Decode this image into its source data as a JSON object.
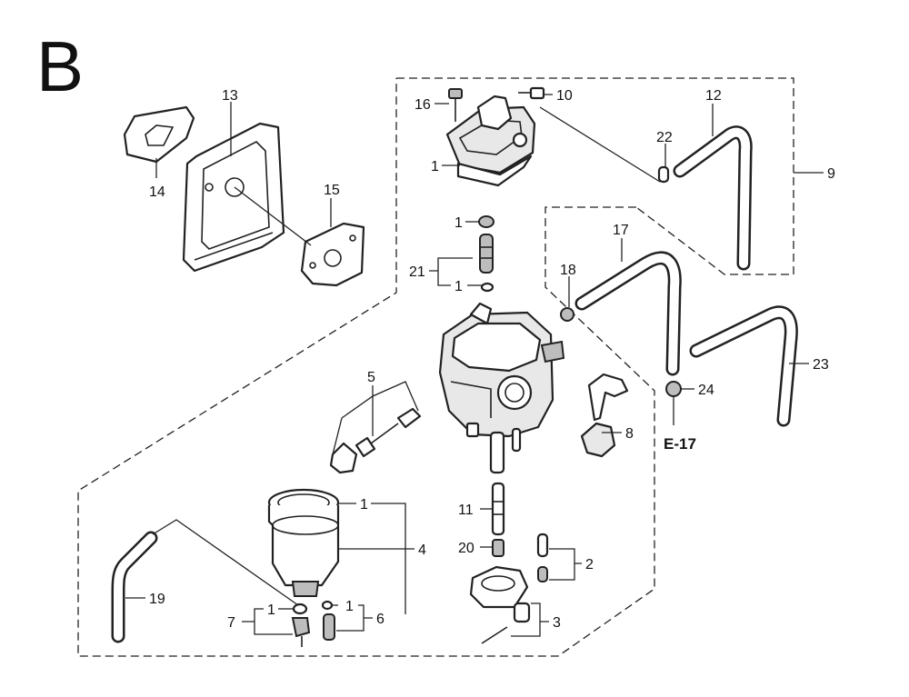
{
  "section_letter": "B",
  "callouts": {
    "c1_valve": "1",
    "c1_washer": "1",
    "c1_screw_sub": "1",
    "c1_bowl_top": "1",
    "c1_drain_a": "1",
    "c1_drain_b": "1",
    "c2": "2",
    "c3": "3",
    "c4": "4",
    "c5": "5",
    "c6": "6",
    "c7": "7",
    "c8": "8",
    "c9": "9",
    "c10": "10",
    "c11": "11",
    "c12": "12",
    "c13": "13",
    "c14": "14",
    "c15": "15",
    "c16": "16",
    "c17": "17",
    "c18": "18",
    "c19": "19",
    "c20": "20",
    "c21": "21",
    "c22": "22",
    "c23": "23",
    "c24": "24"
  },
  "reference_label": "E-17"
}
